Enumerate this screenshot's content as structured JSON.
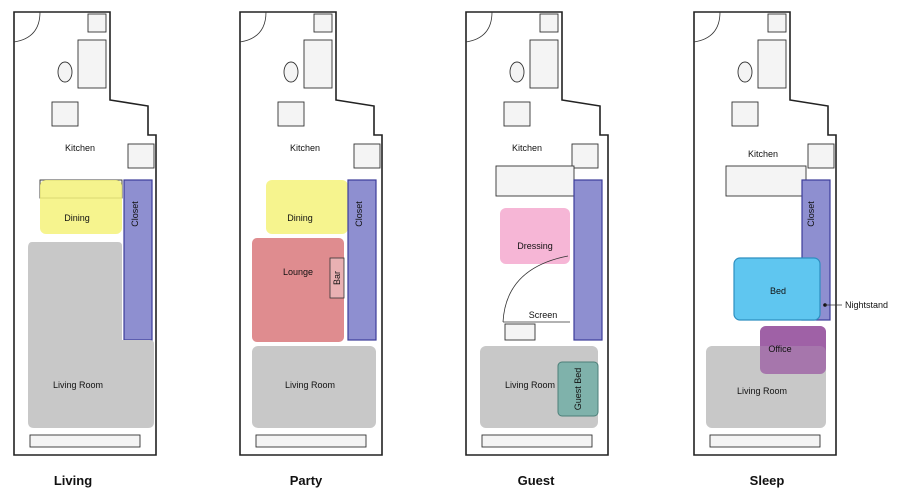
{
  "colors": {
    "dining": "#f5f27a",
    "closet": "#8e8fd0",
    "closet_stroke": "#3c3c9a",
    "living_room": "#c8c8c8",
    "lounge": "#df8c8f",
    "dressing": "#f6b6d6",
    "guest_bed": "#7fb2ab",
    "bed": "#5fc6f0",
    "office": "#9b5ba3"
  },
  "plans": [
    {
      "title": "Living",
      "labels": {
        "kitchen": "Kitchen",
        "dining": "Dining",
        "closet": "Closet",
        "living": "Living Room"
      }
    },
    {
      "title": "Party",
      "labels": {
        "kitchen": "Kitchen",
        "dining": "Dining",
        "closet": "Closet",
        "lounge": "Lounge",
        "bar": "Bar",
        "living": "Living Room"
      }
    },
    {
      "title": "Guest",
      "labels": {
        "kitchen": "Kitchen",
        "dressing": "Dressing",
        "screen": "Screen",
        "living": "Living Room",
        "guest_bed": "Guest Bed"
      }
    },
    {
      "title": "Sleep",
      "labels": {
        "kitchen": "Kitchen",
        "closet": "Closet",
        "bed": "Bed",
        "nightstand": "Nightstand",
        "office": "Office",
        "living": "Living Room"
      }
    }
  ]
}
